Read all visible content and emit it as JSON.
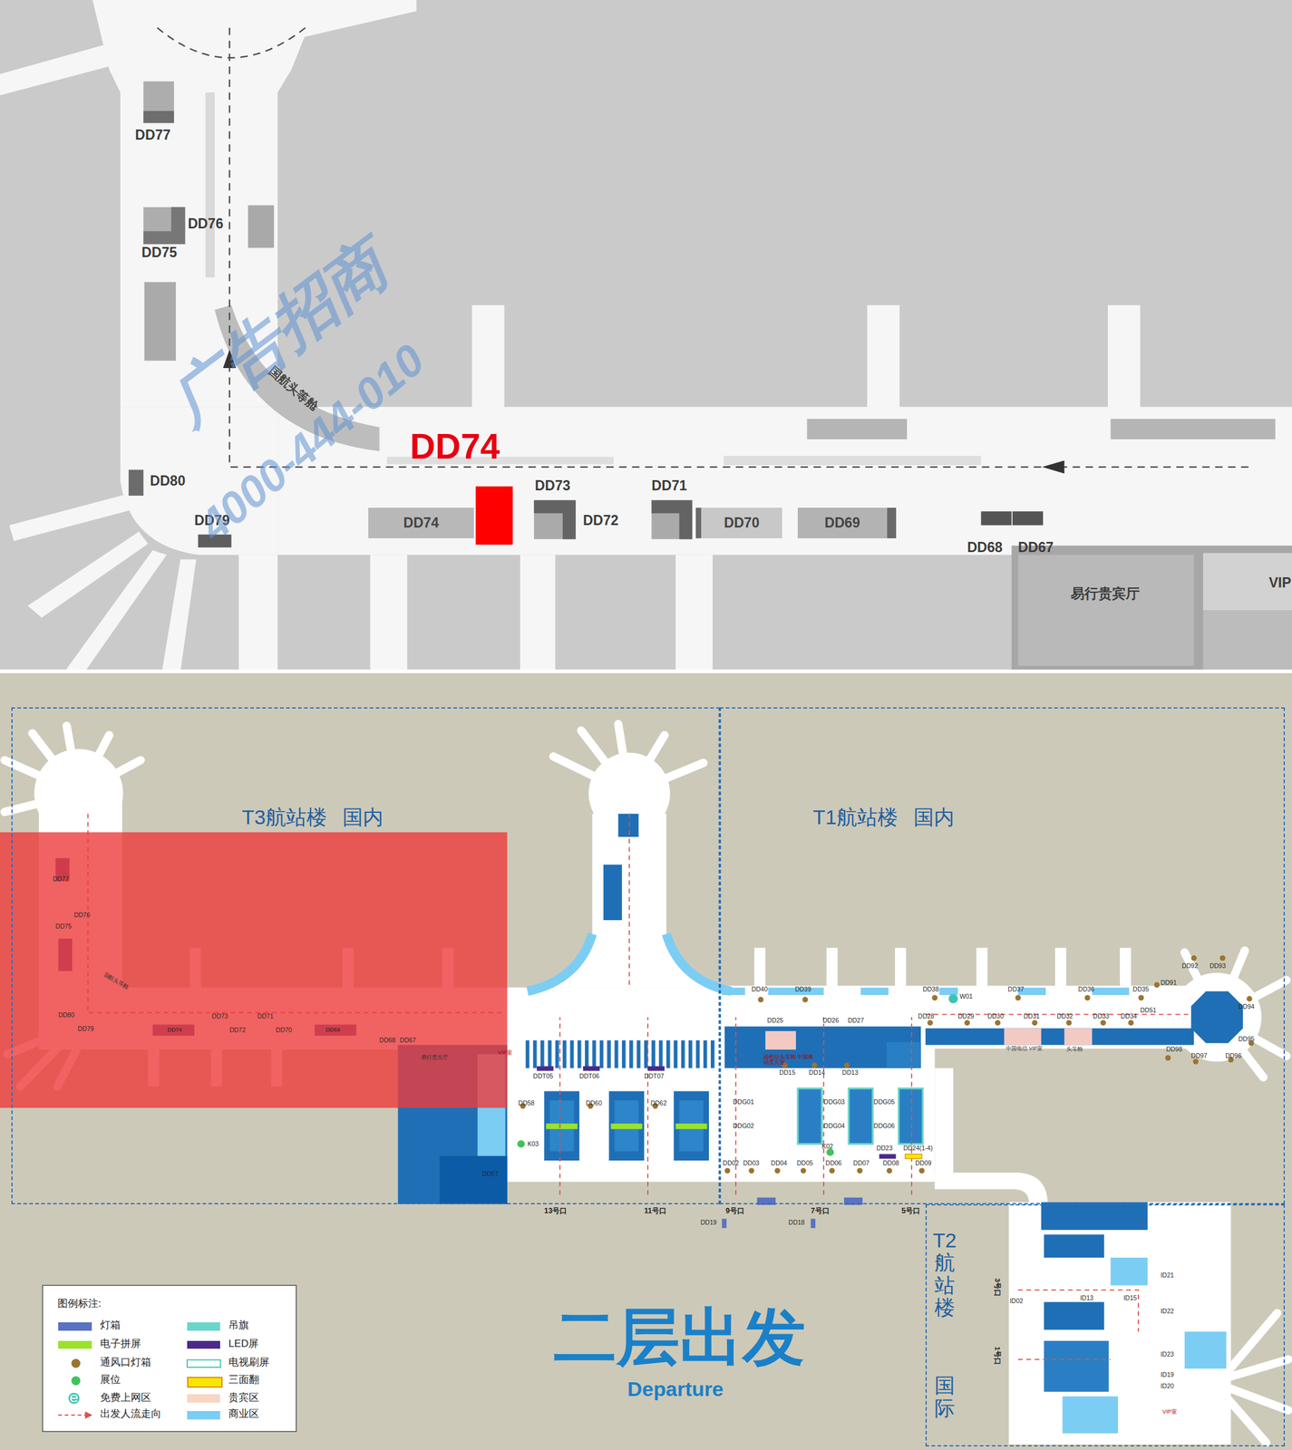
{
  "diagram": {
    "title": "二层出发",
    "caption": "Departure",
    "nodes": [
      {
        "text": [
          "DD74"
        ]
      },
      {
        "text": [
          "DD70"
        ]
      },
      {
        "text": [
          "DD69"
        ]
      },
      {
        "text": [
          "T3航站楼 国内"
        ]
      },
      {
        "text": [
          "T1航站楼 国内"
        ]
      },
      {
        "text": [
          "T2航站楼",
          "国际"
        ]
      }
    ],
    "labels": [
      "DD77",
      "DD76",
      "DD75",
      "DD80",
      "DD79",
      "DD74",
      "DD73",
      "DD71",
      "DD72",
      "DD68",
      "DD67",
      "国航头等舱",
      "易行贵宾厅",
      "VIP",
      "广告招商",
      "4000-444-010",
      "DD77",
      "DD76",
      "DD75",
      "国航头等舱",
      "DD80",
      "DD79",
      "DD73",
      "DD71",
      "DD72",
      "DD70",
      "DD68",
      "DD67",
      "易行贵宾厅",
      "VIP室",
      "DDT05",
      "DDT06",
      "DDT07",
      "DD58",
      "DD60",
      "DD62",
      "K03",
      "DD57",
      "13号口",
      "11号口",
      "9号口",
      "7号口",
      "5号口",
      "DD19",
      "DD18",
      "DD40",
      "DD39",
      "DD38",
      "W01",
      "DD37",
      "DD36",
      "DD35",
      "DD92",
      "DD93",
      "DD91",
      "DD94",
      "DD28",
      "DD29",
      "DD30",
      "DD31",
      "DD32",
      "DD33",
      "DD34",
      "DD51",
      "DD95",
      "DD96",
      "DD97",
      "DD98",
      "中国电信 VIP室",
      "头等舱",
      "DD25",
      "DD26",
      "DD27",
      "远机位头等舱 中国移动贵宾室",
      "DD15",
      "DD14",
      "DD13",
      "DDG01",
      "DDG02",
      "DDG03",
      "DDG04",
      "DDG05",
      "DDG06",
      "K02",
      "DD23",
      "DD24(1-4)",
      "DD02",
      "DD03",
      "DD04",
      "DD05",
      "DD06",
      "DD07",
      "DD08",
      "DD09",
      "3号口",
      "1号口",
      "ID21",
      "ID22",
      "ID02",
      "ID13",
      "ID15",
      "ID23",
      "ID19",
      "ID20",
      "VIP室",
      "图例标注:",
      "DD74",
      "DD69"
    ],
    "legend": [
      {
        "text": "灯箱",
        "color": "#5a72c2"
      },
      {
        "text": "吊旗",
        "color": "#6ad6c9"
      },
      {
        "text": "电子拼屏",
        "color": "#9be22d"
      },
      {
        "text": "LED屏",
        "color": "#4a2a8a"
      },
      {
        "text": "通风口灯箱",
        "color": "#9b7430"
      },
      {
        "text": "电视刷屏"
      },
      {
        "text": "展位",
        "color": "#3fc35a"
      },
      {
        "text": "三面翻",
        "color": "#f7e600"
      },
      {
        "text": "免费上网区"
      },
      {
        "text": "贵宾区",
        "color": "#f8d7c2"
      },
      {
        "text": "出发人流走向"
      },
      {
        "text": "商业区",
        "color": "#7ccdf4"
      }
    ]
  }
}
